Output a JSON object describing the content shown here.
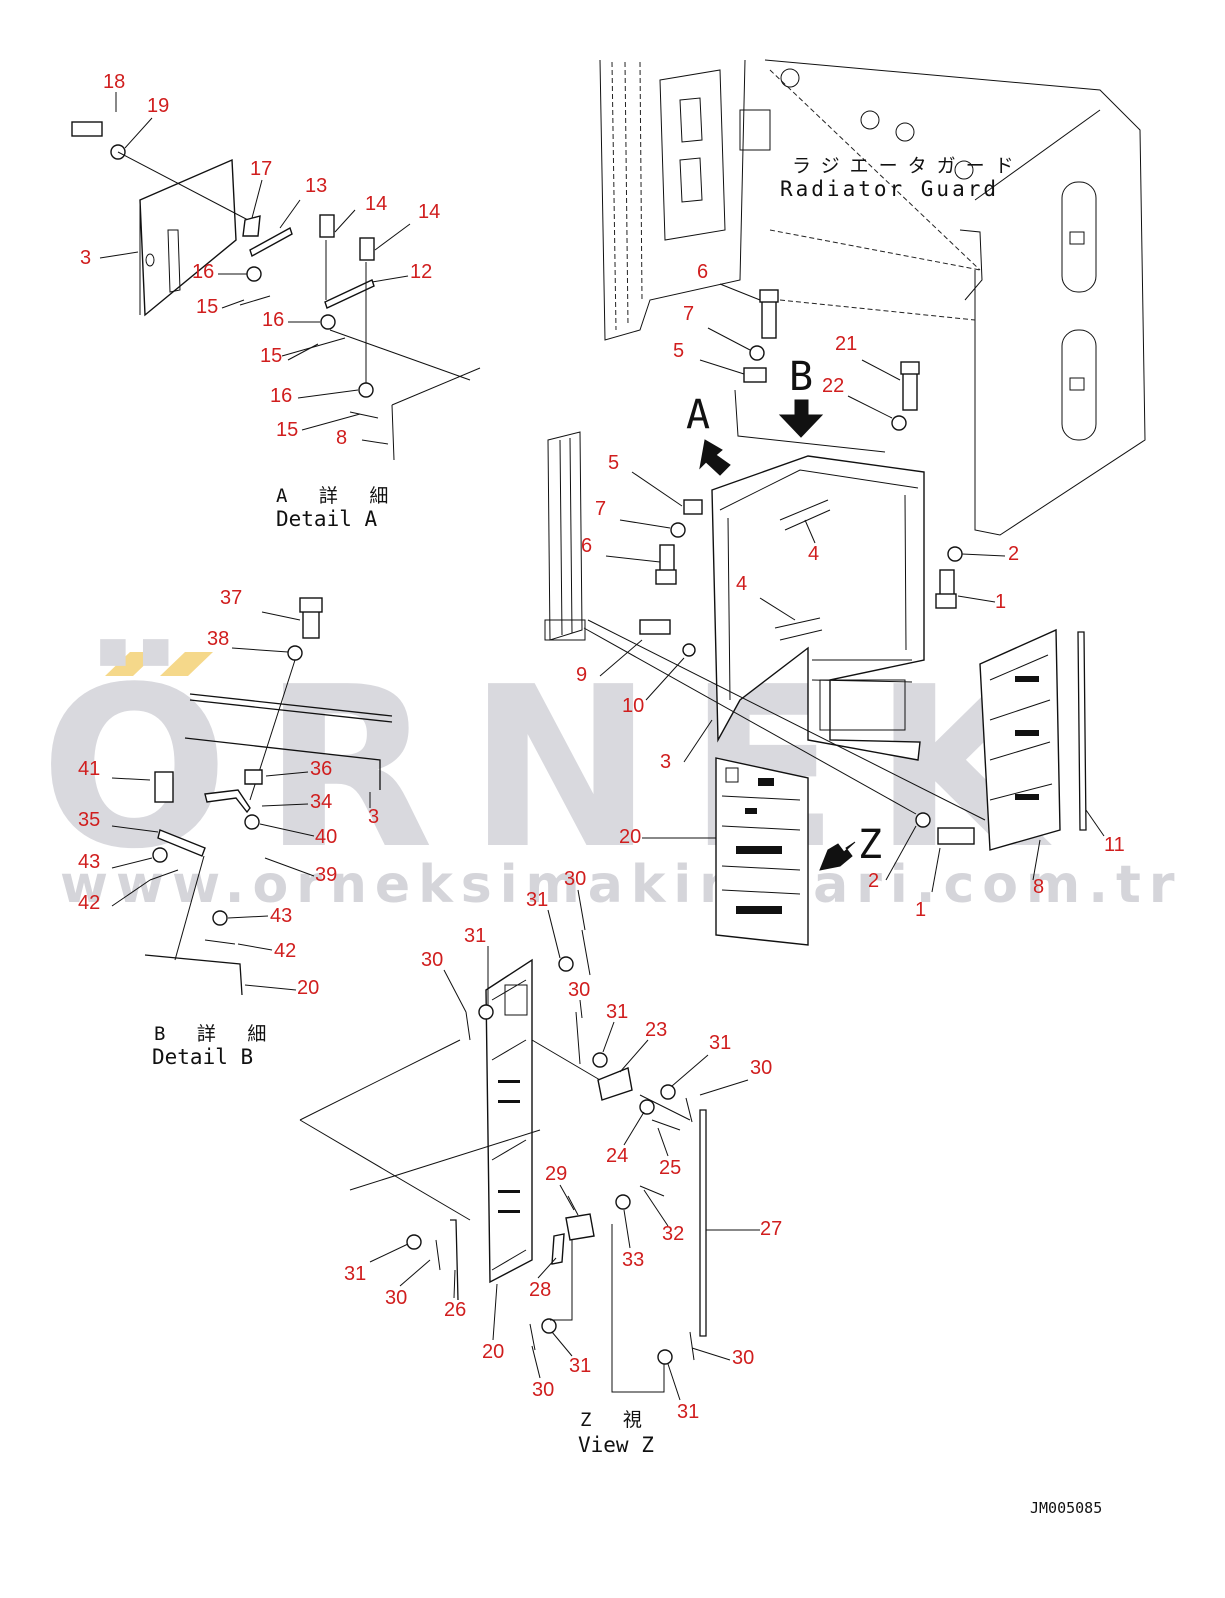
{
  "watermark": {
    "brand": "ÖRNEK",
    "url": "www.orneksimakinalari.com.tr",
    "accent_color": "#f5d88a",
    "text_color": "#d9d9de"
  },
  "colors": {
    "callout": "#d01e1e",
    "linework": "#111111"
  },
  "captions": {
    "detail_a_jp": "A 詳 細",
    "detail_a_en": "Detail A",
    "detail_b_jp": "B 詳 細",
    "detail_b_en": "Detail B",
    "view_z_jp": "Z 視",
    "view_z_en": "View Z",
    "radiator_guard_jp": "ラジエータガード",
    "radiator_guard_en": "Radiator Guard",
    "view_letter_a": "A",
    "view_letter_b": "B",
    "view_letter_z": "Z",
    "drawing_code": "JM005085"
  },
  "callouts": {
    "detail_a": [
      "18",
      "19",
      "17",
      "13",
      "14",
      "14",
      "3",
      "16",
      "12",
      "15",
      "16",
      "15",
      "16",
      "15",
      "8"
    ],
    "main": [
      "6",
      "7",
      "5",
      "21",
      "22",
      "5",
      "7",
      "6",
      "4",
      "4",
      "2",
      "1",
      "9",
      "10",
      "3",
      "20",
      "2",
      "1",
      "8",
      "11"
    ],
    "detail_b": [
      "37",
      "38",
      "41",
      "36",
      "34",
      "35",
      "40",
      "3",
      "43",
      "39",
      "42",
      "43",
      "42",
      "20"
    ],
    "view_z": [
      "31",
      "30",
      "31",
      "30",
      "30",
      "31",
      "23",
      "31",
      "30",
      "24",
      "25",
      "29",
      "27",
      "32",
      "33",
      "31",
      "30",
      "26",
      "28",
      "20",
      "31",
      "30",
      "30",
      "31"
    ]
  }
}
